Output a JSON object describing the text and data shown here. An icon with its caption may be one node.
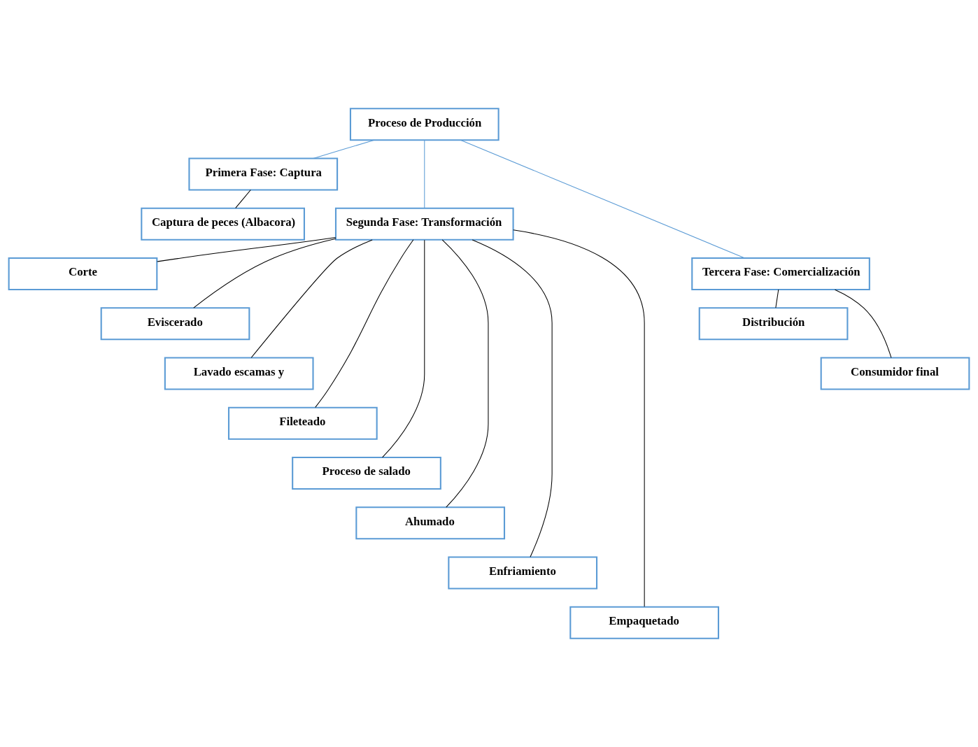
{
  "diagram": {
    "nodes": [
      {
        "text": [
          "Proceso de Producción"
        ]
      },
      {
        "text": [
          "Primera Fase: Captura"
        ]
      },
      {
        "text": [
          "Segunda Fase: Transformación"
        ]
      },
      {
        "text": [
          "Tercera Fase: Comercialización"
        ]
      },
      {
        "text": [
          "Captura de peces (Albacora)"
        ]
      },
      {
        "text": [
          "Corte"
        ]
      },
      {
        "text": [
          "Eviscerado"
        ]
      },
      {
        "text": [
          "Lavado escamas y"
        ]
      },
      {
        "text": [
          "Fileteado"
        ]
      },
      {
        "text": [
          "Proceso de salado"
        ]
      },
      {
        "text": [
          "Ahumado"
        ]
      },
      {
        "text": [
          "Enfriamiento"
        ]
      },
      {
        "text": [
          "Empaquetado"
        ]
      },
      {
        "text": [
          "Distribución"
        ]
      },
      {
        "text": [
          "Consumidor final"
        ]
      }
    ],
    "edges": [
      {
        "from": 0,
        "to": 1,
        "arrow": "none",
        "color": "#5b9bd5"
      },
      {
        "from": 0,
        "to": 2,
        "arrow": "none",
        "color": "#5b9bd5"
      },
      {
        "from": 0,
        "to": 3,
        "arrow": "none",
        "color": "#5b9bd5"
      },
      {
        "from": 1,
        "to": 4,
        "arrow": "none"
      },
      {
        "from": 2,
        "to": 5,
        "arrow": "none"
      },
      {
        "from": 2,
        "to": 6,
        "arrow": "none"
      },
      {
        "from": 2,
        "to": 7,
        "arrow": "none"
      },
      {
        "from": 2,
        "to": 8,
        "arrow": "none"
      },
      {
        "from": 2,
        "to": 9,
        "arrow": "none"
      },
      {
        "from": 2,
        "to": 10,
        "arrow": "none"
      },
      {
        "from": 2,
        "to": 11,
        "arrow": "none"
      },
      {
        "from": 2,
        "to": 12,
        "arrow": "none"
      },
      {
        "from": 3,
        "to": 13,
        "arrow": "none"
      },
      {
        "from": 3,
        "to": 14,
        "arrow": "none"
      }
    ]
  }
}
